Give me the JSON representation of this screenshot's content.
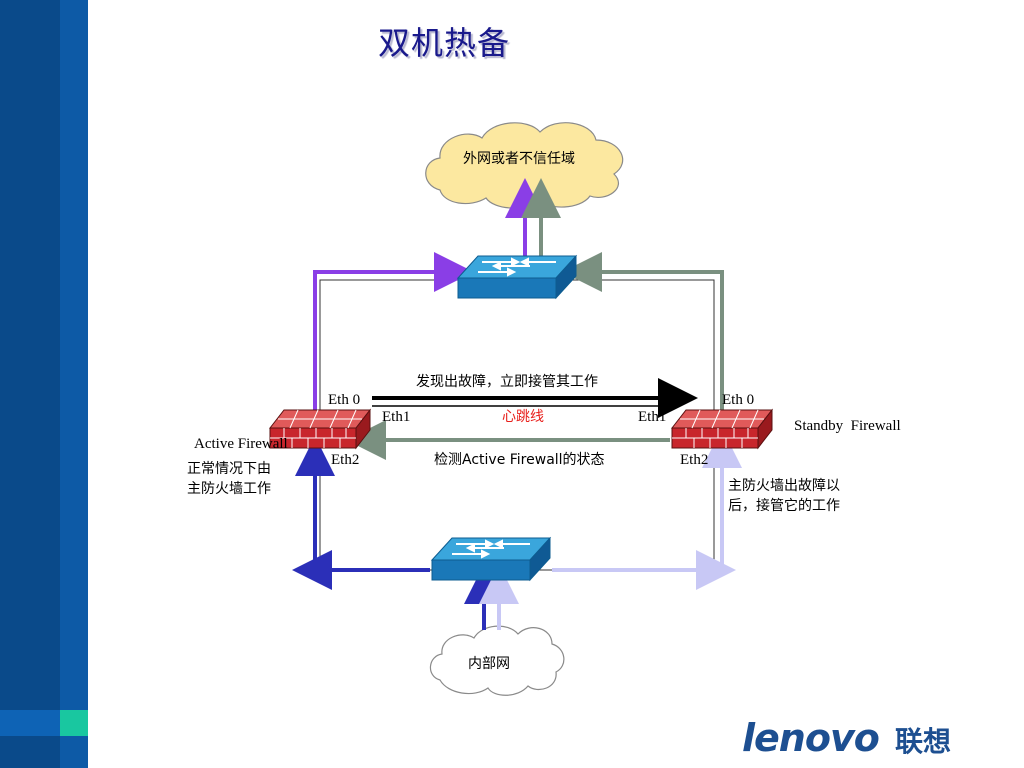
{
  "title": "双机热备",
  "colors": {
    "sidebar_dark": "#0a4a8a",
    "sidebar_mid": "#0d5aa6",
    "sidebar_accent": "#19c7a0",
    "purple": "#8a3ee6",
    "gray_green": "#7a9080",
    "navy": "#2b2fb8",
    "lavender": "#c8c8f5",
    "switch_top": "#3aa6dc",
    "switch_side": "#1a78b8",
    "firewall_red": "#c8262c",
    "cloud_external": "#fce8a0",
    "cloud_internal": "#ffffff"
  },
  "diagram": {
    "cloud_external": "外网或者不信任域",
    "cloud_internal": "内部网",
    "active_firewall": "Active Firewall",
    "standby_firewall": "Standby  Firewall",
    "left_eth0": "Eth 0",
    "right_eth0": "Eth 0",
    "left_eth1": "Eth1",
    "right_eth1": "Eth1",
    "left_eth2": "Eth2",
    "right_eth2": "Eth2",
    "heartbeat": "心跳线",
    "takeover_label": "发现出故障，立即接管其工作",
    "detect_label": "检测Active Firewall的状态",
    "active_note_line1": "正常情况下由",
    "active_note_line2": "主防火墙工作",
    "standby_note_line1": "主防火墙出故障以",
    "standby_note_line2": "后，接管它的工作",
    "icons": [
      "switch-icon",
      "firewall-icon",
      "cloud-icon"
    ]
  },
  "logo": {
    "brand": "lenovo",
    "brand_cn": "联想"
  }
}
